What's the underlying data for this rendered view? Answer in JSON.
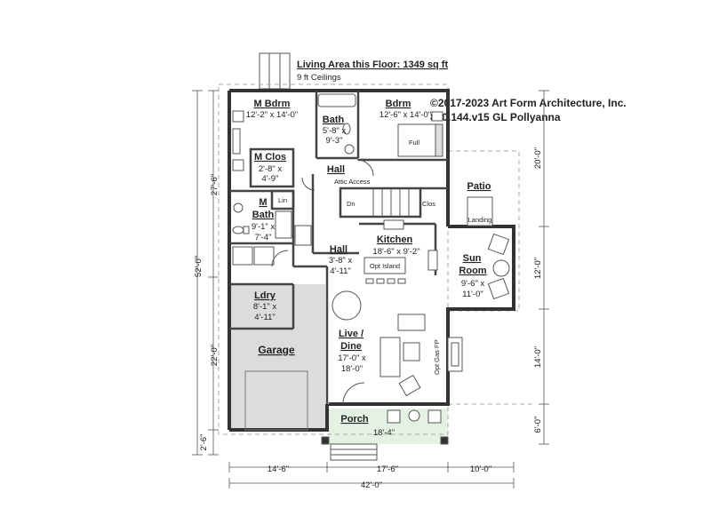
{
  "header": {
    "title": "Living Area this Floor: 1349 sq ft",
    "subtitle": "9 ft Ceilings",
    "copyright": "©2017-2023 Art Form Architecture, Inc.",
    "plan_id": "880.144.v15 GL Pollyanna"
  },
  "rooms": {
    "m_bdrm": {
      "name": "M Bdrm",
      "dims": "12'-2\" x 14'-0\""
    },
    "bath": {
      "name": "Bath",
      "dims1": "5'-8\" x",
      "dims2": "9'-3\""
    },
    "bdrm": {
      "name": "Bdrm",
      "dims": "12'-6\" x 14'-0\""
    },
    "m_clos": {
      "name": "M Clos",
      "dims1": "2'-8\" x",
      "dims2": "4'-9\""
    },
    "hall_upper": {
      "name": "Hall"
    },
    "m_bath": {
      "name1": "M",
      "name2": "Bath",
      "dims1": "9'-1\" x",
      "dims2": "7'-4\""
    },
    "hall_lower": {
      "name": "Hall",
      "dims1": "3'-8\" x",
      "dims2": "4'-11\""
    },
    "kitchen": {
      "name": "Kitchen",
      "dims": "18'-6\" x 9'-2\""
    },
    "patio": {
      "name": "Patio"
    },
    "sun_room": {
      "name1": "Sun",
      "name2": "Room",
      "dims1": "9'-6\" x",
      "dims2": "11'-0\""
    },
    "ldry": {
      "name": "Ldry",
      "dims1": "8'-1\" x",
      "dims2": "4'-11\""
    },
    "garage": {
      "name": "Garage"
    },
    "live_dine": {
      "name1": "Live /",
      "name2": "Dine",
      "dims1": "17'-0\" x",
      "dims2": "18'-0\""
    },
    "porch": {
      "name": "Porch",
      "dims": "18'-4\""
    }
  },
  "labels": {
    "attic_access": "Attic Access",
    "lin": "Lin",
    "dn": "Dn",
    "clos": "Clos",
    "landing": "Landing",
    "opt_island": "Opt Island",
    "opt_gas_fp": "Opt Gas FP",
    "full": "Full"
  },
  "dimensions": {
    "left_overall": "52'-0\"",
    "left_upper": "27'-6\"",
    "left_middle": "22'-0\"",
    "left_lower": "2'-6\"",
    "right_upper": "20'-0\"",
    "right_mid": "12'-0\"",
    "right_lower": "14'-0\"",
    "right_bottom": "6'-0\"",
    "bottom_1": "14'-6\"",
    "bottom_2": "17'-6\"",
    "bottom_3": "10'-0\"",
    "bottom_overall": "42'-0\""
  }
}
